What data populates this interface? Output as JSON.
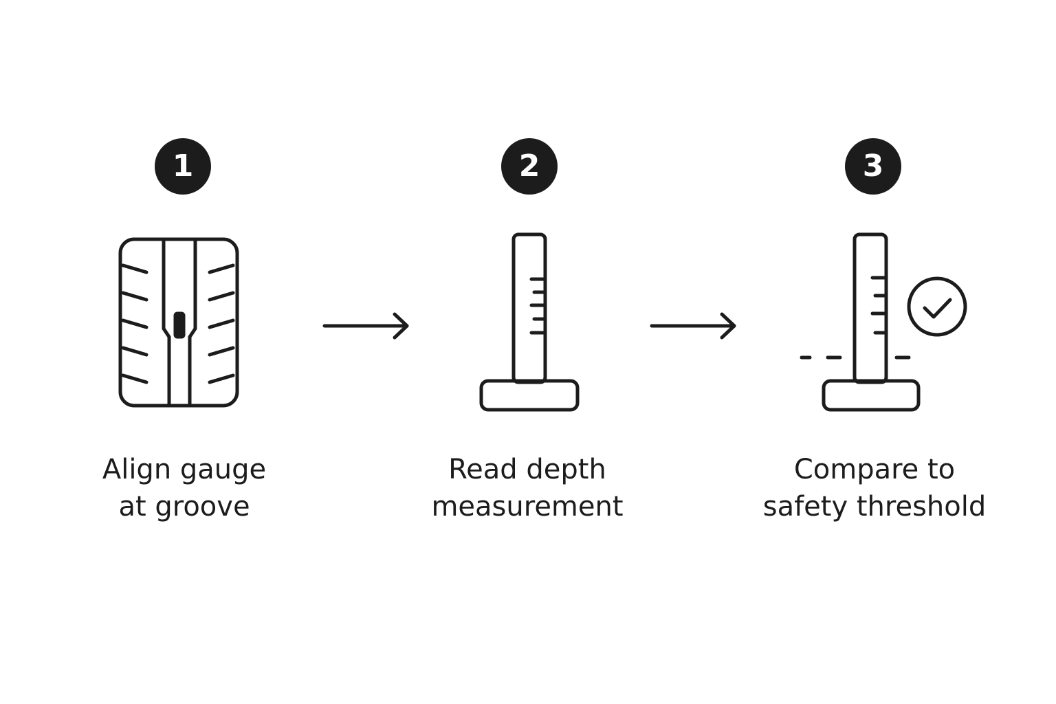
{
  "steps": [
    {
      "number": "1",
      "icon": "tire-tread-icon",
      "caption_line1": "Align gauge",
      "caption_line2": "at groove"
    },
    {
      "number": "2",
      "icon": "depth-gauge-icon",
      "caption_line1": "Read depth",
      "caption_line2": "measurement"
    },
    {
      "number": "3",
      "icon": "depth-gauge-threshold-icon",
      "caption_line1": "Compare to",
      "caption_line2": "safety threshold"
    }
  ],
  "connectors": [
    "arrow-right-icon",
    "arrow-right-icon"
  ],
  "colors": {
    "ink": "#1c1c1c",
    "background": "#ffffff"
  }
}
